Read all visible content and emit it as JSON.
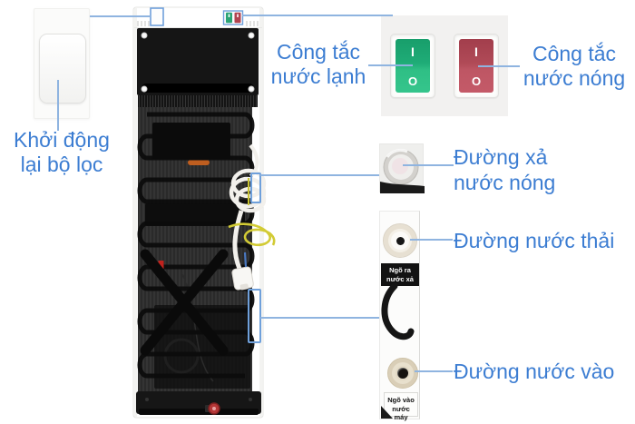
{
  "colors": {
    "label_blue": "#3C7DD2",
    "connector_blue": "#8FB4E0",
    "highlight_blue": "#6FA0DB",
    "switch_green": "#35C58C",
    "switch_red": "#C45A68"
  },
  "callouts": {
    "filter_reset": {
      "line1": "Khởi động",
      "line2": "lại bộ lọc"
    },
    "cold_switch": {
      "line1": "Công tắc",
      "line2": "nước lạnh"
    },
    "hot_switch": {
      "line1": "Công tắc",
      "line2": "nước nóng"
    },
    "hot_drain": {
      "line1": "Đường xả",
      "line2": "nước nóng"
    },
    "waste_water": {
      "label": "Đường nước thải"
    },
    "water_inlet": {
      "label": "Đường nước vào"
    }
  },
  "machine_tags": {
    "drain_outlet": {
      "line1": "Ngõ ra",
      "line2": "nước xả"
    },
    "water_inlet": {
      "line1": "Ngõ vào",
      "line2": "nước máy"
    }
  },
  "switch_marks": {
    "on": "I",
    "off": "O"
  }
}
